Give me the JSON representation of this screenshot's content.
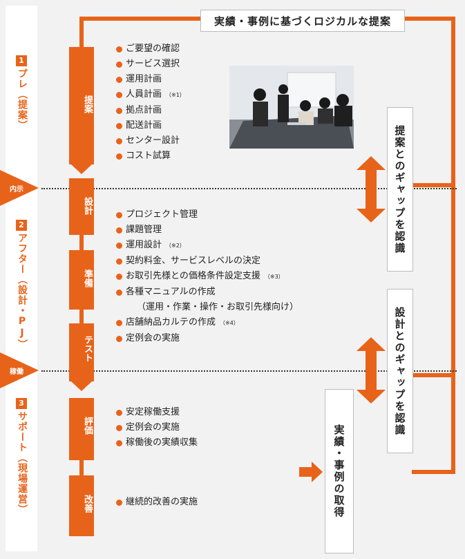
{
  "title": "実績・事例に基づくロジカルな提案",
  "phases": [
    {
      "num": "1",
      "label": "プレ（提案）"
    },
    {
      "num": "2",
      "label": "アフター（設計・PJ）"
    },
    {
      "num": "3",
      "label": "サポート（現場運営）"
    }
  ],
  "markers": [
    "内示",
    "稼働"
  ],
  "steps": [
    "提案",
    "設計",
    "準備",
    "テスト",
    "評価",
    "改善"
  ],
  "lists": {
    "proposal": [
      {
        "text": "ご要望の確認",
        "note": ""
      },
      {
        "text": "サービス選択",
        "note": ""
      },
      {
        "text": "運用計画",
        "note": ""
      },
      {
        "text": "人員計画",
        "note": "（※1）"
      },
      {
        "text": "拠点計画",
        "note": ""
      },
      {
        "text": "配送計画",
        "note": ""
      },
      {
        "text": "センター設計",
        "note": ""
      },
      {
        "text": "コスト試算",
        "note": ""
      }
    ],
    "design": [
      {
        "text": "プロジェクト管理",
        "note": ""
      },
      {
        "text": "課題管理",
        "note": ""
      },
      {
        "text": "運用設計",
        "note": "（※2）"
      },
      {
        "text": "契約料金、サービスレベルの決定",
        "note": ""
      },
      {
        "text": "お取引先様との価格条件設定支援",
        "note": "（※3）"
      },
      {
        "text": "各種マニュアルの作成",
        "note": ""
      },
      {
        "text": "（運用・作業・操作・お取引先様向け）",
        "note": ""
      },
      {
        "text": "店舗納品カルテの作成",
        "note": "（※4）"
      },
      {
        "text": "定例会の実施",
        "note": ""
      }
    ],
    "evaluation": [
      {
        "text": "安定稼働支援",
        "note": ""
      },
      {
        "text": "定例会の実施",
        "note": ""
      },
      {
        "text": "稼働後の実績収集",
        "note": ""
      }
    ],
    "improvement": [
      {
        "text": "継続的改善の実施",
        "note": ""
      }
    ]
  },
  "side_boxes": {
    "gap_proposal": "提案とのギャップを認識",
    "gap_design": "設計とのギャップを認識",
    "results": "実績・事例の取得"
  },
  "colors": {
    "accent": "#e8631a",
    "background": "#f2f2f2"
  }
}
